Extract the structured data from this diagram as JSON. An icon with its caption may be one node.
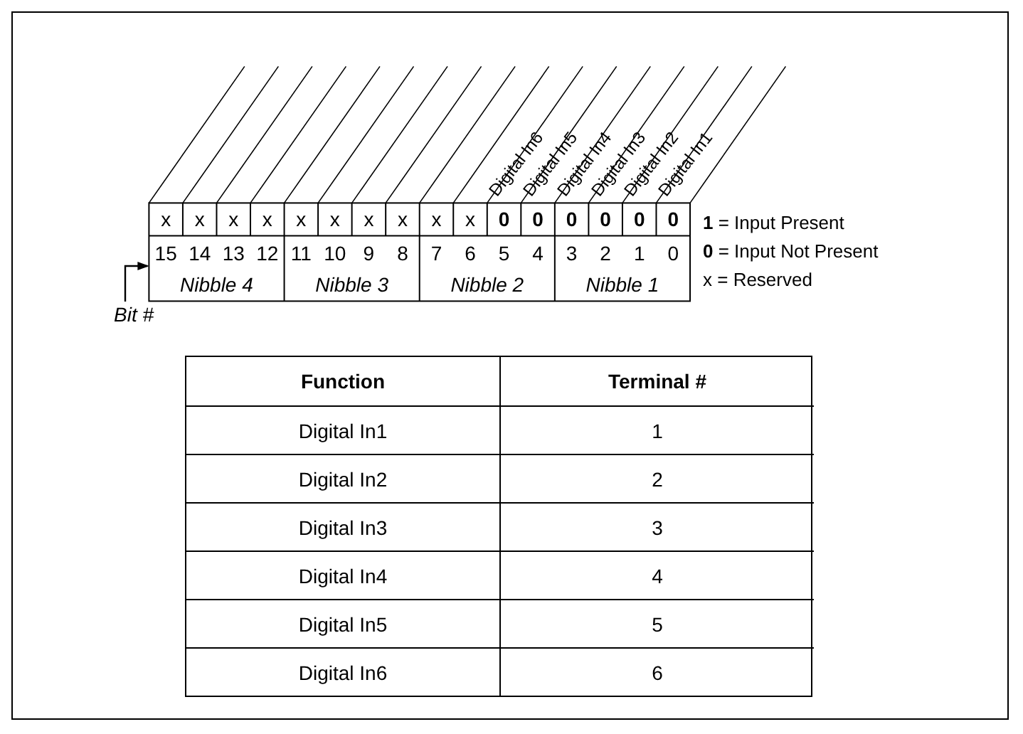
{
  "diagram": {
    "nodes": [
      {
        "text": [
          "Bit #"
        ]
      },
      {
        "text": [],
        "shape": "box"
      }
    ],
    "edges": [
      {
        "from": 0,
        "to": 1,
        "arrow": "to"
      }
    ],
    "labels": [
      "x",
      "x",
      "x",
      "x",
      "x",
      "x",
      "x",
      "x",
      "x",
      "x",
      "0",
      "0",
      "0",
      "0",
      "0",
      "0",
      "15",
      "14",
      "13",
      "12",
      "11",
      "10",
      "9",
      "8",
      "7",
      "6",
      "5",
      "4",
      "3",
      "2",
      "1",
      "0",
      "Nibble 4",
      "Nibble 3",
      "Nibble 2",
      "Nibble 1",
      "Digital In6",
      "Digital In5",
      "Digital In4",
      "Digital In3",
      "Digital In2",
      "Digital In1",
      "**1** = Input Present",
      "**0** = Input Not Present",
      "x = Reserved",
      "Function",
      "Terminal #",
      "Digital In1",
      "1",
      "Digital In2",
      "2",
      "Digital In3",
      "3",
      "Digital In4",
      "4",
      "Digital In5",
      "5",
      "Digital In6",
      "6"
    ]
  }
}
